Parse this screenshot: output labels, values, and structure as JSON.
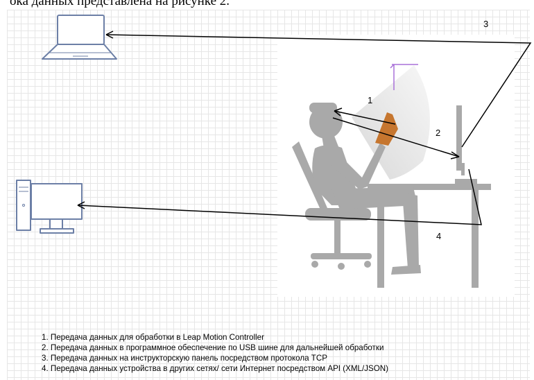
{
  "heading_fragment": "ока данных представлена на рисунке 2.",
  "steps": [
    "1",
    "2",
    "3",
    "4"
  ],
  "legend": [
    "1. Передача данных для обработки в Leap Motion Controller",
    "2. Передача данных в программное обеспечение по USB шине для дальнейшей обработки",
    "3. Передача данных на инструкторскую панель посредством протокола TCP",
    "4. Передача данных устройства в других сетях/ сети Интернет посредством API (XML/JSON)"
  ],
  "colors": {
    "device_outline": "#6c7fa6",
    "figure": "#a9a9a9",
    "arrow": "#000000",
    "gaze_accent": "#a970d9",
    "hand_accent": "#c6762f"
  },
  "icons": [
    "laptop-icon",
    "desktop-computer-icon",
    "person-at-desk-illustration"
  ]
}
